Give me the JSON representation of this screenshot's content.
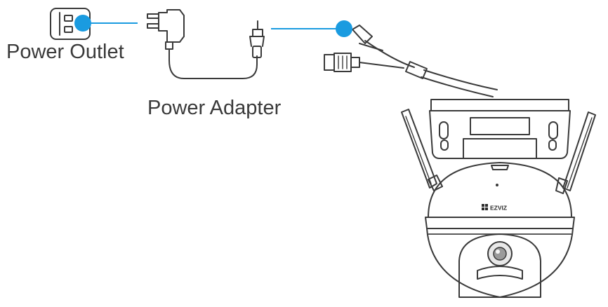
{
  "labels": {
    "power_outlet": "Power Outlet",
    "power_adapter": "Power Adapter"
  },
  "camera": {
    "brand": "EZVIZ"
  },
  "colors": {
    "callout": "#1a9be0",
    "stroke": "#3a3a3a",
    "text": "#3a3a3a",
    "body_gray": "#b5b5b5",
    "dome_dark": "#3c3c3c"
  },
  "icons": {
    "outlet": "power-outlet-icon",
    "adapter": "power-adapter-icon",
    "camera": "security-camera-icon",
    "logo": "ezviz-logo-icon"
  }
}
